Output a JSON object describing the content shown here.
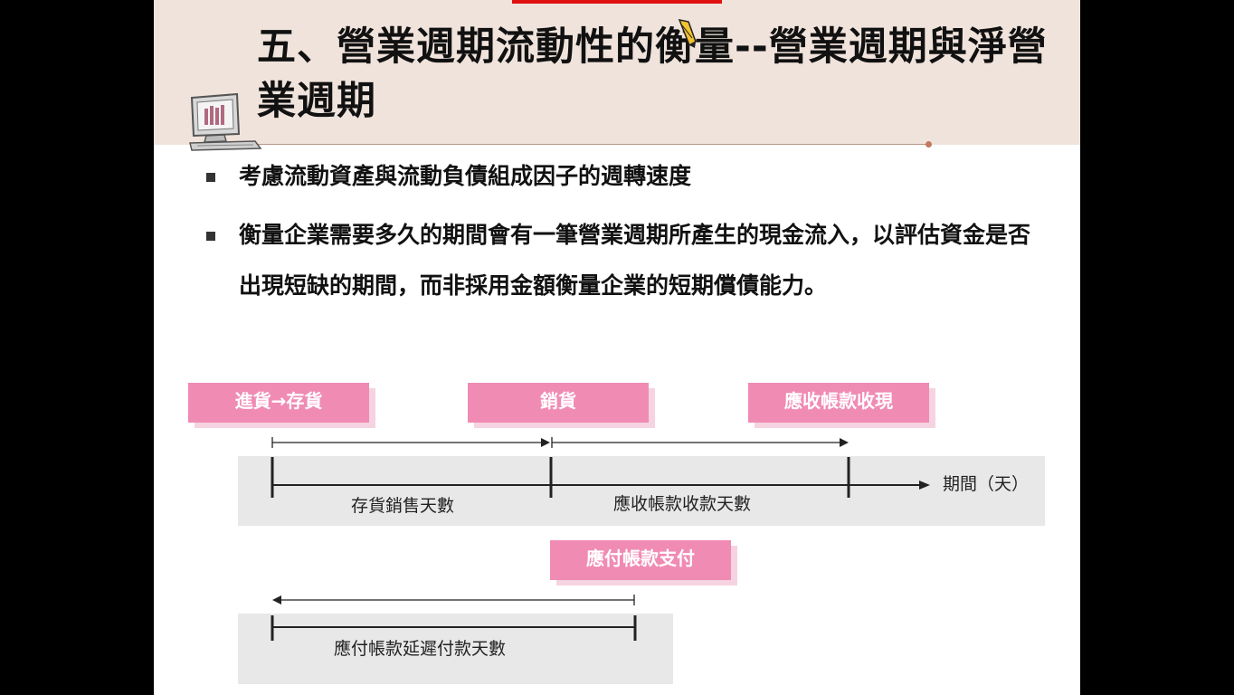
{
  "slide": {
    "title": "五、營業週期流動性的衡量--營業週期與淨營業週期",
    "bullets": [
      "考慮流動資產與流動負債組成因子的週轉速度",
      "衡量企業需要多久的期間會有一筆營業週期所產生的現金流入，以評估資金是否出現短缺的期間，而非採用金額衡量企業的短期償債能力。"
    ]
  },
  "diagram": {
    "events_top": [
      "進貨→存貨",
      "銷貨",
      "應收帳款收現"
    ],
    "event_bottom": "應付帳款支付",
    "segment_labels": [
      "存貨銷售天數",
      "應收帳款收款天數"
    ],
    "payable_label": "應付帳款延遲付款天數",
    "axis_label": "期間（天）"
  },
  "colors": {
    "header_bg": "#f0e3dc",
    "accent_pink": "#f08bb4",
    "band_gray": "#e8e8e8"
  },
  "icons": [
    "pen-icon",
    "computer-icon",
    "square-bullet-icon"
  ]
}
